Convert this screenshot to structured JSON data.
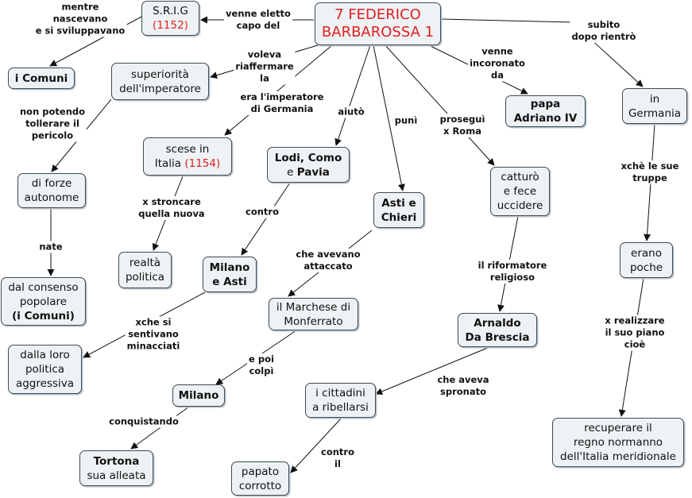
{
  "nodes": {
    "srig": {
      "line1": "S.R.I.G",
      "year": "(1152)"
    },
    "title": {
      "line1": "7 FEDERICO",
      "line2": "BARBAROSSA 1"
    },
    "comuni": {
      "text": "i Comuni"
    },
    "superiorita": {
      "line1": "superiorità",
      "line2": "dell'imperatore"
    },
    "papa": {
      "line1": "papa",
      "line2": "Adriano IV"
    },
    "germania": {
      "line1": "in",
      "line2": "Germania"
    },
    "scese": {
      "line1": "scese in",
      "line2_text": "Italia ",
      "year": "(1154)"
    },
    "lodi": {
      "line1": "Lodi, Como",
      "line2_a": "e ",
      "line2_b": "Pavia"
    },
    "forze": {
      "line1": "di forze",
      "line2": "autonome"
    },
    "catturo": {
      "line1": "catturò",
      "line2": "e fece",
      "line3": "uccidere"
    },
    "asti_chieri": {
      "line1": "Asti e",
      "line2": "Chieri"
    },
    "realta": {
      "line1": "realtà",
      "line2": "politica"
    },
    "milano_asti": {
      "line1": "Milano",
      "line2": "e Asti"
    },
    "erano": {
      "line1": "erano",
      "line2": "poche"
    },
    "consenso": {
      "line1": "dal consenso",
      "line2": "popolare",
      "line3": "(i Comuni)"
    },
    "marchese": {
      "line1": "il Marchese di",
      "line2": "Monferrato"
    },
    "arnaldo": {
      "line1": "Arnaldo",
      "line2": "Da Brescia"
    },
    "loro": {
      "line1": "dalla loro",
      "line2": "politica",
      "line3": "aggressiva"
    },
    "milano": {
      "text": "Milano"
    },
    "cittadini": {
      "line1": "i cittadini",
      "line2": "a ribellarsi"
    },
    "recuperare": {
      "line1": "recuperare il",
      "line2": "regno normanno",
      "line3": "dell'Italia meridionale"
    },
    "tortona": {
      "line1": "Tortona",
      "line2": "sua alleata"
    },
    "papato": {
      "line1": "papato",
      "line2": "corrotto"
    }
  },
  "links": {
    "mentre": [
      "mentre",
      "nascevano",
      "e si sviluppavano"
    ],
    "venne_eletto": [
      "venne eletto",
      "capo del"
    ],
    "voleva": [
      "voleva",
      "riaffermare",
      "la"
    ],
    "venne_incoronato": [
      "venne",
      "incoronato",
      "da"
    ],
    "subito": [
      "subito",
      "dopo rientrò"
    ],
    "non_potendo": [
      "non potendo",
      "tollerare il",
      "pericolo"
    ],
    "era_imperatore": [
      "era l'imperatore",
      "di Germania"
    ],
    "aiuto": [
      "aiutò"
    ],
    "puni": [
      "punì"
    ],
    "prosegui": [
      "proseguì",
      "x Roma"
    ],
    "xche_truppe": [
      "xchè le sue",
      "truppe"
    ],
    "stroncare": [
      "x stroncare",
      "quella nuova"
    ],
    "contro1": [
      "contro"
    ],
    "nate": [
      "nate"
    ],
    "avevano": [
      "che avevano",
      "attaccato"
    ],
    "riformatore": [
      "il riformatore",
      "religioso"
    ],
    "xche_si": [
      "xche si",
      "sentivano",
      "minacciati"
    ],
    "realizzare": [
      "x realizzare",
      "il suo piano",
      "cioè"
    ],
    "e_poi": [
      "e poi",
      "colpì"
    ],
    "aveva_spronato": [
      "che aveva",
      "spronato"
    ],
    "conquistando": [
      "conquistando"
    ],
    "contro_il": [
      "contro",
      "il"
    ]
  },
  "colors": {
    "node_fill": "#eef2f4",
    "node_border": "#3d4b55",
    "accent_red": "#e02020",
    "edge": "#111111"
  }
}
